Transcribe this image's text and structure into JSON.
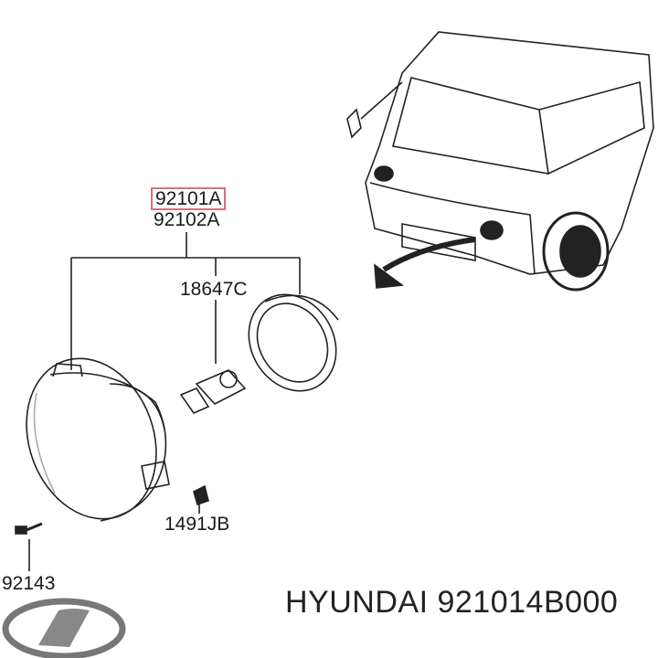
{
  "parts": {
    "assembly_left": "92101A",
    "assembly_right": "92102A",
    "bulb": "18647C",
    "clip": "1491JB",
    "screw": "92143"
  },
  "highlight_color": "#d9707a",
  "footer": {
    "brand": "HYUNDAI",
    "part_number": "921014B000"
  },
  "logo": "hyundai-logo"
}
